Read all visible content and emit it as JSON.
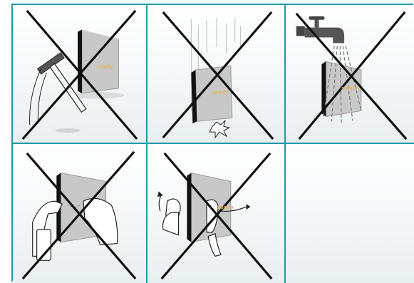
{
  "panels": [
    {
      "id": "impact",
      "icon": "hammer-icon",
      "brand": "somfy"
    },
    {
      "id": "drop",
      "icon": "falling-device-icon",
      "brand": "somfy"
    },
    {
      "id": "water",
      "icon": "faucet-icon",
      "brand": "somfy"
    },
    {
      "id": "spray",
      "icon": "spray-bottle-icon",
      "brand": ""
    },
    {
      "id": "remove",
      "icon": "hands-removing-icon",
      "brand": "somfy"
    },
    {
      "id": "empty",
      "icon": "",
      "brand": ""
    }
  ],
  "colors": {
    "grid": "#1f9aa8",
    "cross": "#111111",
    "device": "#c9c9c9",
    "brand": "#e2b347"
  }
}
